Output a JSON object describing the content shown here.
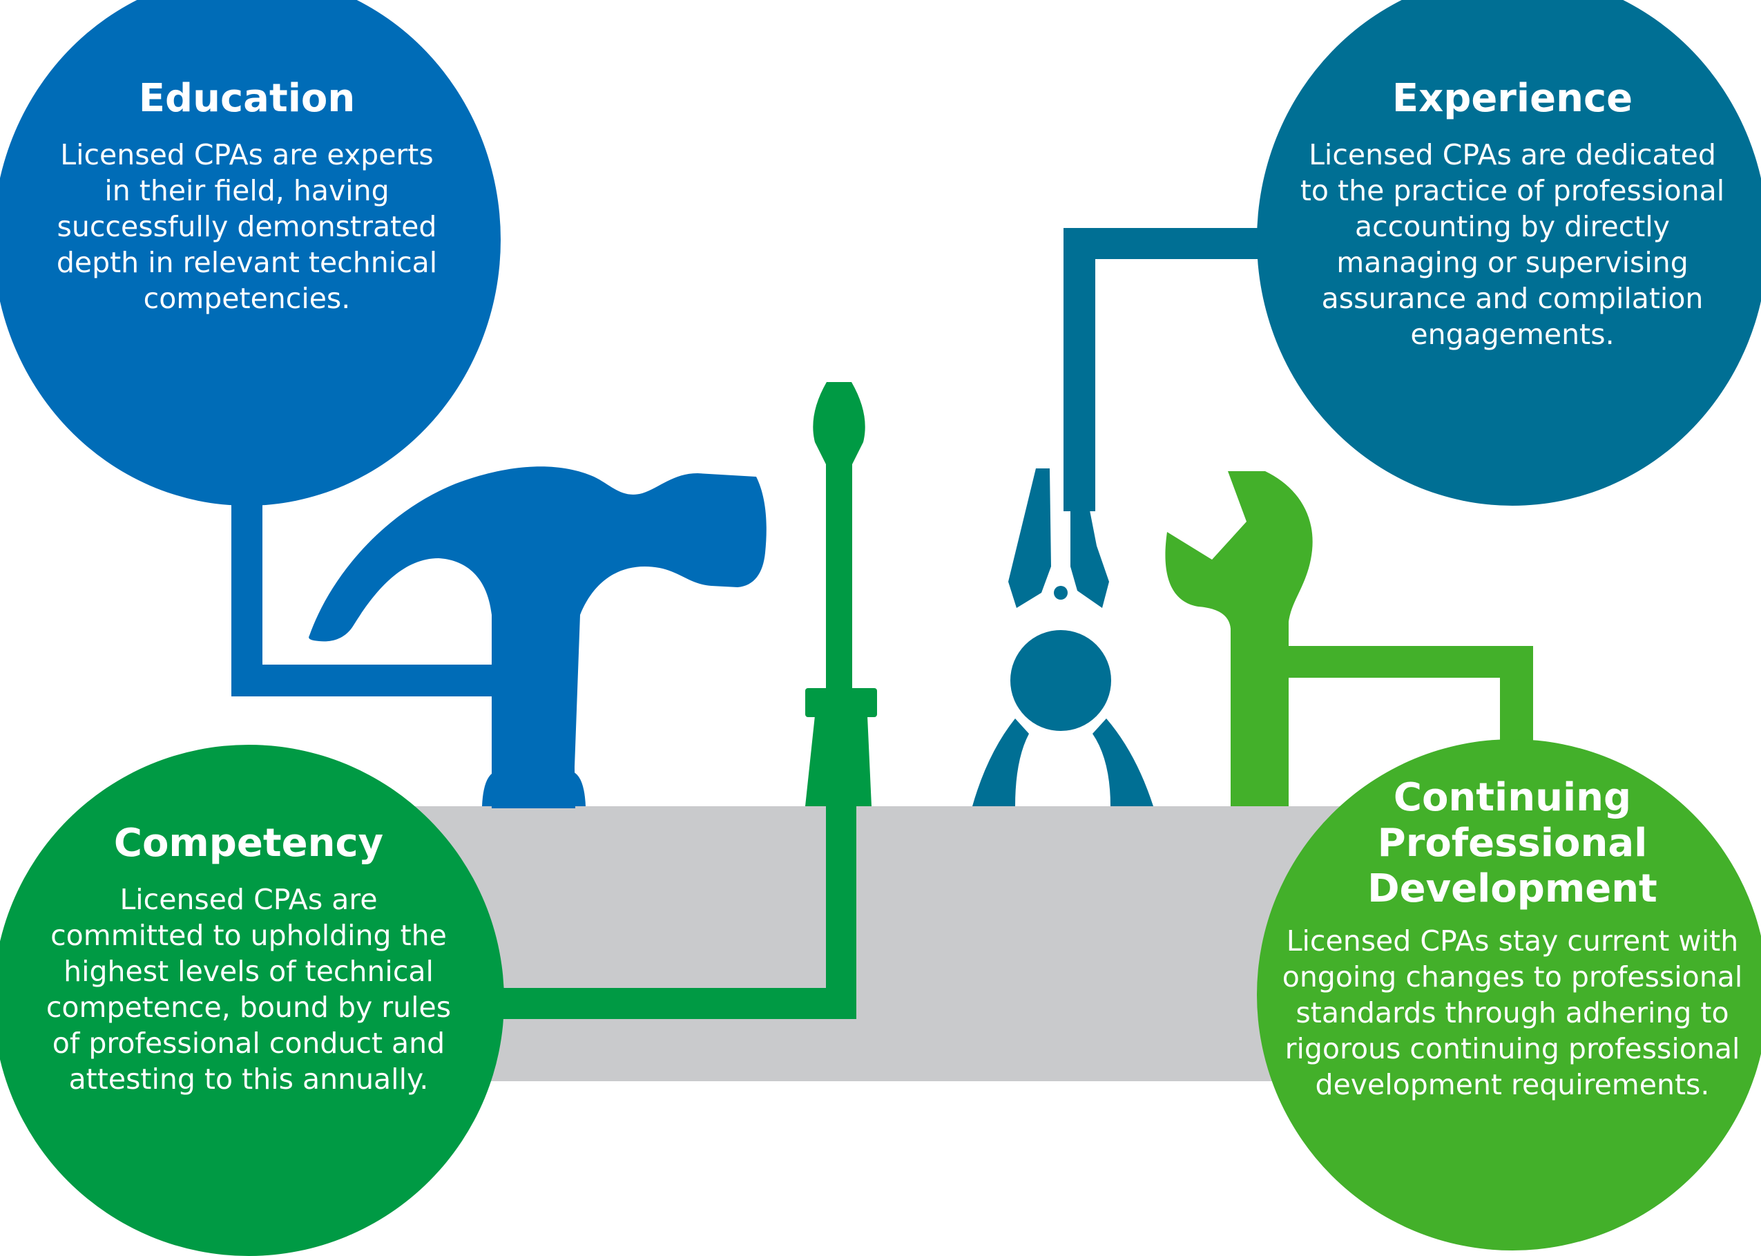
{
  "colors": {
    "education_blue": "#006cb7",
    "experience_teal": "#006f94",
    "competency_green": "#009a44",
    "cpd_green": "#43b02a",
    "ground_gray": "#c9cacc"
  },
  "icons": [
    "hammer-icon",
    "screwdriver-icon",
    "pliers-icon",
    "wrench-icon"
  ],
  "education": {
    "title": "Education",
    "text": "Licensed CPAs are experts in their field, having successfully demonstrated depth in relevant technical competencies."
  },
  "experience": {
    "title": "Experience",
    "text": "Licensed CPAs are dedicated to the practice of professional accounting by directly managing or supervising assurance and compilation engagements."
  },
  "competency": {
    "title": "Competency",
    "text": "Licensed CPAs are committed to upholding the highest levels of technical competence, bound by rules of professional conduct and attesting to this annually."
  },
  "cpd": {
    "title": "Continuing Professional Development",
    "text": "Licensed CPAs stay current with ongoing changes to professional standards through adhering to rigorous continuing professional development requirements."
  }
}
